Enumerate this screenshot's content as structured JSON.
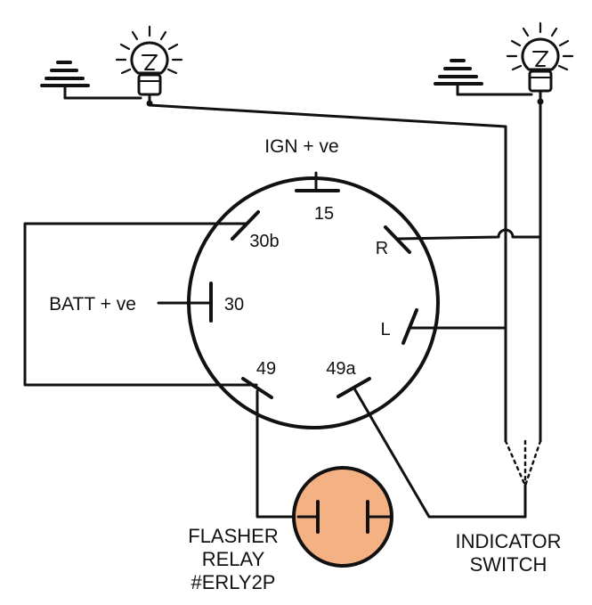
{
  "labels": {
    "ign": "IGN + ve",
    "batt": "BATT + ve",
    "flasher_line1": "FLASHER",
    "flasher_line2": "RELAY",
    "flasher_line3": "#ERLY2P",
    "switch_line1": "INDICATOR",
    "switch_line2": "SWITCH"
  },
  "terminals": {
    "t15": "15",
    "t30b": "30b",
    "tR": "R",
    "t30": "30",
    "tL": "L",
    "t49": "49",
    "t49a": "49a"
  },
  "colors": {
    "line": "#111111",
    "relay_fill": "#f4b183",
    "bulb": "#111111"
  },
  "icons": {
    "left_bulb": "bulb-icon",
    "right_bulb": "bulb-icon",
    "left_ground": "ground-icon",
    "right_ground": "ground-icon"
  }
}
